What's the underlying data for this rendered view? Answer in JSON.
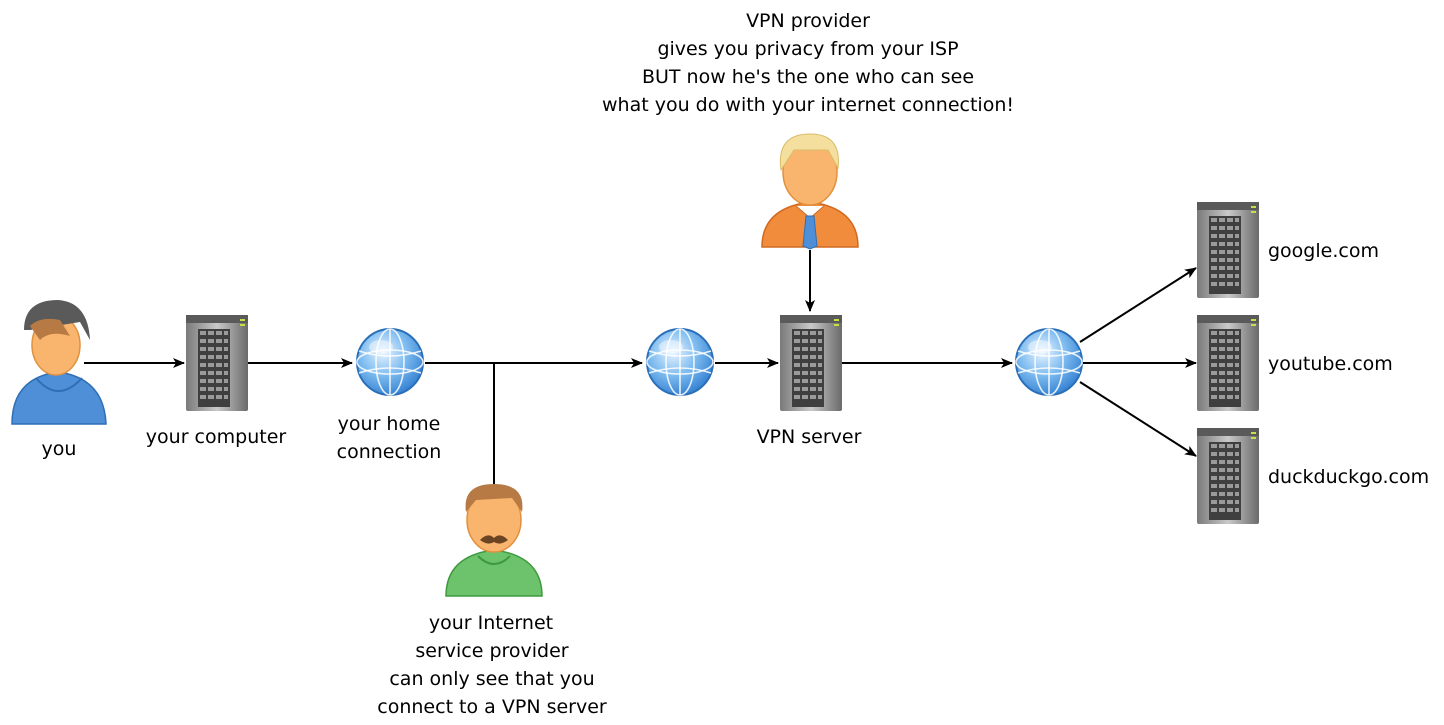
{
  "nodes": {
    "you": {
      "label": "you",
      "icon": "teen-user-icon"
    },
    "computer": {
      "label": "your computer",
      "icon": "server-tower-icon"
    },
    "home_connection": {
      "label_line1": "your home",
      "label_line2": "connection",
      "icon": "globe-icon"
    },
    "isp": {
      "icon": "mustache-man-icon",
      "lines": [
        "your Internet",
        "service provider",
        "can only see that you",
        "connect to a VPN server"
      ]
    },
    "vpn_globe": {
      "icon": "globe-icon"
    },
    "vpn_server": {
      "label": "VPN server",
      "icon": "server-tower-icon"
    },
    "vpn_provider": {
      "icon": "businessman-icon",
      "lines": [
        "VPN provider",
        "gives you privacy from your ISP",
        "BUT now he's the one who can see",
        "what you do with your internet connection!"
      ]
    },
    "internet_globe": {
      "icon": "globe-icon"
    },
    "sites": [
      {
        "label": "google.com",
        "icon": "server-tower-icon"
      },
      {
        "label": "youtube.com",
        "icon": "server-tower-icon"
      },
      {
        "label": "duckduckgo.com",
        "icon": "server-tower-icon"
      }
    ]
  },
  "colors": {
    "line": "#000000",
    "server_dark": "#4a4a4a",
    "server_light": "#b0b0b0",
    "globe_blue": "#3f8fdc",
    "globe_light": "#bfe0fb",
    "skin": "#f9b56d",
    "you_shirt": "#4e8fd7",
    "isp_shirt": "#5cb85c",
    "provider_shirt": "#f08c3c",
    "provider_hair": "#f5df9e",
    "brown_hair": "#b77a44"
  }
}
